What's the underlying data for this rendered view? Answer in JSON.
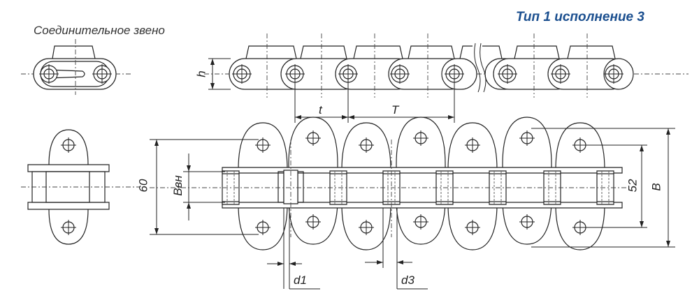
{
  "header": {
    "title": "Тип 1 исполнение 3",
    "subtitle": "Соединительное звено"
  },
  "dimensions": {
    "h": "h",
    "t": "t",
    "T": "T",
    "d1": "d1",
    "d3": "d3",
    "b_inner": "Bвн",
    "size_60": "60",
    "size_52": "52",
    "B": "B"
  },
  "colors": {
    "title": "#1b4f8f",
    "lines": "#222222"
  }
}
